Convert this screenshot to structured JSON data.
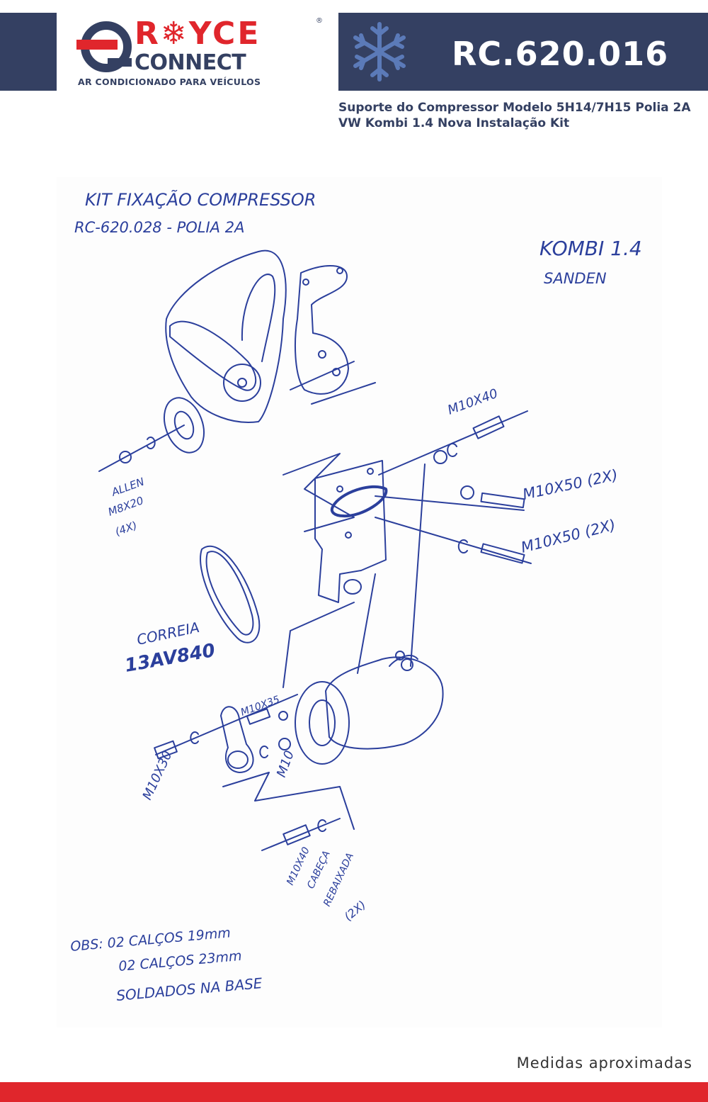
{
  "header": {
    "brand_top": "R❄YCE",
    "brand_bottom": "CONNECT",
    "registered_mark": "®",
    "tagline": "AR CONDICIONADO PARA VEÍCULOS",
    "product_code": "RC.620.016",
    "product_title": "Suporte do Compressor Modelo 5H14/7H15 Polia 2A VW Kombi 1.4 Nova Instalação Kit",
    "snowflake_icon": "snowflake-icon"
  },
  "drawing": {
    "title_line1": "KIT FIXAÇÃO COMPRESSOR",
    "title_line2": "RC-620.028 - POLIA 2A",
    "vehicle_line1": "KOMBI 1.4",
    "vehicle_line2": "SANDEN",
    "bolt_m10x40_top": "M10X40",
    "bolt_m10x50_a": "M10X50 (2X)",
    "bolt_m10x50_b": "M10X50 (2X)",
    "allen_line1": "ALLEN",
    "allen_line2": "M8X20",
    "allen_line3": "(4X)",
    "belt_label": "CORREIA",
    "belt_code": "13AV840",
    "bolt_m10x35": "M10X35",
    "bolt_m10x30": "M10X30",
    "nut_m10": "M10",
    "bottom_bolt_line1": "M10X40",
    "bottom_bolt_line2": "CABEÇA",
    "bottom_bolt_line3": "REBAIXADA",
    "bottom_bolt_line4": "(2X)",
    "obs_line1": "OBS: 02 CALÇOS 19mm",
    "obs_line2": "02 CALÇOS 23mm",
    "obs_line3": "SOLDADOS NA BASE"
  },
  "footer": {
    "note": "Medidas aproximadas"
  },
  "colors": {
    "navy": "#344062",
    "red": "#e0262c",
    "ink": "#2b3f9c",
    "snowflake": "#5b7ab8"
  }
}
